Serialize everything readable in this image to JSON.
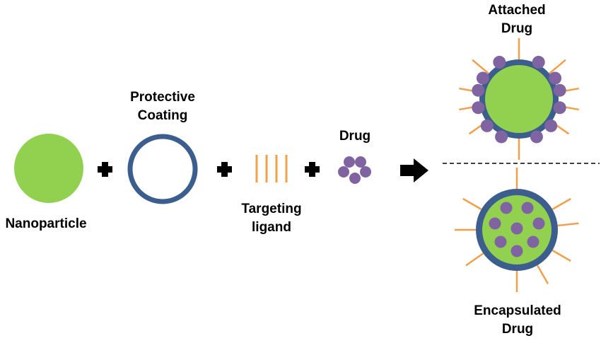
{
  "colors": {
    "nanoparticle": "#92d050",
    "coating": "#3b5e8e",
    "ligand": "#f0a04b",
    "drug": "#8064a2",
    "symbol": "#000000"
  },
  "labels": {
    "nanoparticle": "Nanoparticle",
    "protective_coating_line1": "Protective",
    "protective_coating_line2": "Coating",
    "targeting_ligand_line1": "Targeting",
    "targeting_ligand_line2": "ligand",
    "drug": "Drug",
    "attached_drug_line1": "Attached",
    "attached_drug_line2": "Drug",
    "encapsulated_drug_line1": "Encapsulated",
    "encapsulated_drug_line2": "Drug"
  }
}
